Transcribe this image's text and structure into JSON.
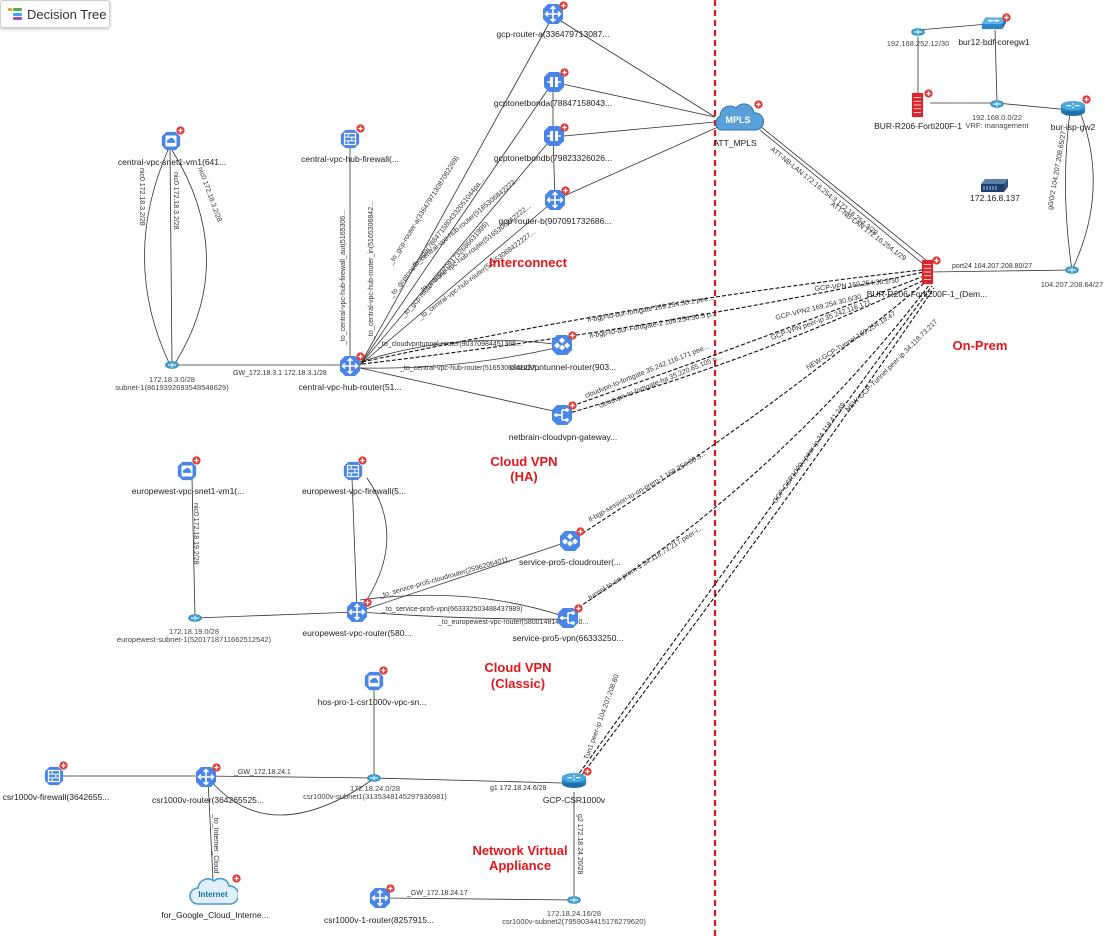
{
  "toolbar": {
    "button_label": "Decision Tree",
    "button_icon": "decision-tree-icon"
  },
  "colors": {
    "gcp_blue": "#4a86e8",
    "badge_red": "#e53935",
    "region_label": "#e8161b",
    "link": "#333333",
    "boundary": "#e8161b",
    "cisco_cyan": "#3fa0d6",
    "forti_red": "#d9262c"
  },
  "regions": {
    "interconnect": "Interconnect",
    "cloud_vpn_ha_1": "Cloud VPN",
    "cloud_vpn_ha_2": "(HA)",
    "cloud_vpn_classic_1": "Cloud VPN",
    "cloud_vpn_classic_2": "(Classic)",
    "nva_1": "Network Virtual",
    "nva_2": "Appliance",
    "on_prem": "On-Prem"
  },
  "nodes": {
    "gcp_router_a": "gcp-router-a(336479713087...",
    "gcptonetbonda": "gcptonetbonda(78847158043...",
    "gcptonetbondb": "gcptonetbondb(79823326026...",
    "gcp_router_b": "gcp-router-b(907091732686...",
    "att_mpls": "ATT_MPLS",
    "mpls_text": "MPLS",
    "central_vm": "central-vpc-snet1-vm1(641...",
    "central_fw": "central-vpc-hub-firewall(...",
    "central_subnet_ip": "172.18.3.0/28",
    "central_subnet_name": "subnet-1(8619392693548548629)",
    "central_hub_router": "central-vpc-hub-router(51...",
    "cloudvpntunnel_router": "cloudvpntunnel-router(903...",
    "netbrain_gw": "netbrain-cloudvpn-gateway...",
    "eu_vm": "europewest-vpc-snet1-vm1(...",
    "eu_fw": "europewest-vpc-firewall(5...",
    "eu_subnet_ip": "172.18.19.0/28",
    "eu_subnet_name": "europewest-subnet-1(5201718711662512542)",
    "eu_router": "europewest-vpc-router(580...",
    "svc_cloudrouter": "service-pro5-cloudrouter(...",
    "svc_vpn": "service-pro5-vpn(66333250...",
    "hos_vm": "hos-pro-1-csr1000v-vpc-sn...",
    "csr_fw": "csr1000v-firewall(3642655...",
    "csr_router": "csr1000v-router(364265525...",
    "csr_subnet1_ip": "172.18.24.0/28",
    "csr_subnet1_name": "csr1000v-subnet1(3135348145297936981)",
    "gcp_csr": "GCP-CSR1000v",
    "internet": "Internet",
    "internet_label": "for_Google_Cloud_Interne...",
    "csr1_router": "csr1000v-1-router(8257915...",
    "csr_subnet2_ip": "172.18.24.16/28",
    "csr_subnet2_name": "csr1000v-subnet2(7959034415176279620)",
    "sw1_ip": "192.168.252.12/30",
    "bur12": "bur12-bdf-coregw1",
    "forti1": "BUR-R206-Forti200F-1",
    "mgmt_ip": "192.168.0.0/22",
    "mgmt_vrf": "VRF: management",
    "bur_isp": "bur-isp-gw2",
    "server_ip": "172.16.8.137",
    "forti_dem": "BUR-R206-Forti200F-1_(Dem...",
    "isp_subnet": "104.207.208.64/27"
  },
  "links": {
    "l_central_vm_1": "nic0 172.18.3.2/28",
    "l_central_vm_2": "nic0 172.18.3.2/28",
    "l_central_vm_3": "nic0 172.18.3.2/28",
    "l_gw_central": "GW_172.18.3.1 172.18.3.1/28",
    "l_to_central_fw_aut": "_to_central-vpc-hub-firewall_aut(5165306...",
    "l_to_central_router_in": "_to_central-vpc-hub-router_in(5165306842...",
    "l_to_gcp_router_a": "_to_gcp-router-a(336479713087062269)",
    "l_to_gcptonetbonda": "_to_gcptonetbonda(7884715804332051044pa...",
    "l_to_gcp_router_b": "_to_gcp-router-b(907091732686631995)",
    "l_to_central_router_1": "_to_central-vpc-hub-router(5165306842222...",
    "l_to_central_router_2": "_to_central-vpc-hub-router(5165306842222...",
    "l_to_central_router_3": "_to_central-vpc-hub-router(51653068422227...",
    "l_to_cloudvpntunnel": "_to_cloudvpntunnel-router(90370984451365...",
    "l_to_central_router_4": "_to_central-vpc-hub-router(5165306842227...",
    "l_ifbgp_1": "if-bgp-to-bur-fortigate 169.254.30.1 pee...",
    "l_ifbgp_2": "if-bgp-to-bur-Fortigate-2 169.254.30.5 p...",
    "l_cloudvpn_fortigate": "cloudvpn-to-fortigate 35.242.116.171 pee...",
    "l_cloudvpn_fortigate_ha": "cloudvpn-to-fortigate-ha 35.220.65.105 p...",
    "l_gcp_vpn": "GCP-VPN 169.254.30.2/30",
    "l_gcp_vpn2": "GCP-VPN2 169.254.30.6/30",
    "l_gcp_vpn_peer": "GCP-VPN peer-ip 35.242.116.171",
    "l_new_gcp_tunnel": "NEW-GCP-Tunnel 169.254.18.47",
    "l_new_gcp_tunnel_peer": "NEW-GCP-Tunnel peer-ip 34.118.73.217",
    "l_gcp_csr1000v_peer": "GCP-CSR1000v peer-ip 34.118.41.249",
    "l_ifbgp_session": "if-bgp-session-to-on-prem-1 169.254.30.3...",
    "l_tunnel_onprem": "tunnel-to-on-prem-1 34.118.73.217 peer-i...",
    "l_to_svc_cloudrouter": "_to_service-pro5-cloudrouter(25962064011...",
    "l_to_svc_vpn": "_to_service-pro5-vpn(663332503488437989)",
    "l_to_eu_router": "_to_europewest-vpc-router(580014814008050...",
    "l_eu_vm": "nic0 172.18.19.2/28",
    "l_csr_gw": "_GW_172.18.24.1",
    "l_to_internet": "_to_Internet_Cloud",
    "l_g1": "g1 172.18.24.6/28",
    "l_g2": "g2 172.18.24.20/28",
    "l_tun_peer": "Tun1 peer-ip 104.207.208.80",
    "l_csr1_gw": "_GW_172.18.24.17",
    "l_att_lan_1": "ATT-NB-LAN 172.16.254.3 172.16.254.3/29",
    "l_att_lan_2": "ATT-NB-LAN 172.16.254.1/29",
    "l_port24": "port24 104.207.208.80/27",
    "l_isp_g0": "g0/0/2 104.207.208.65/27"
  }
}
